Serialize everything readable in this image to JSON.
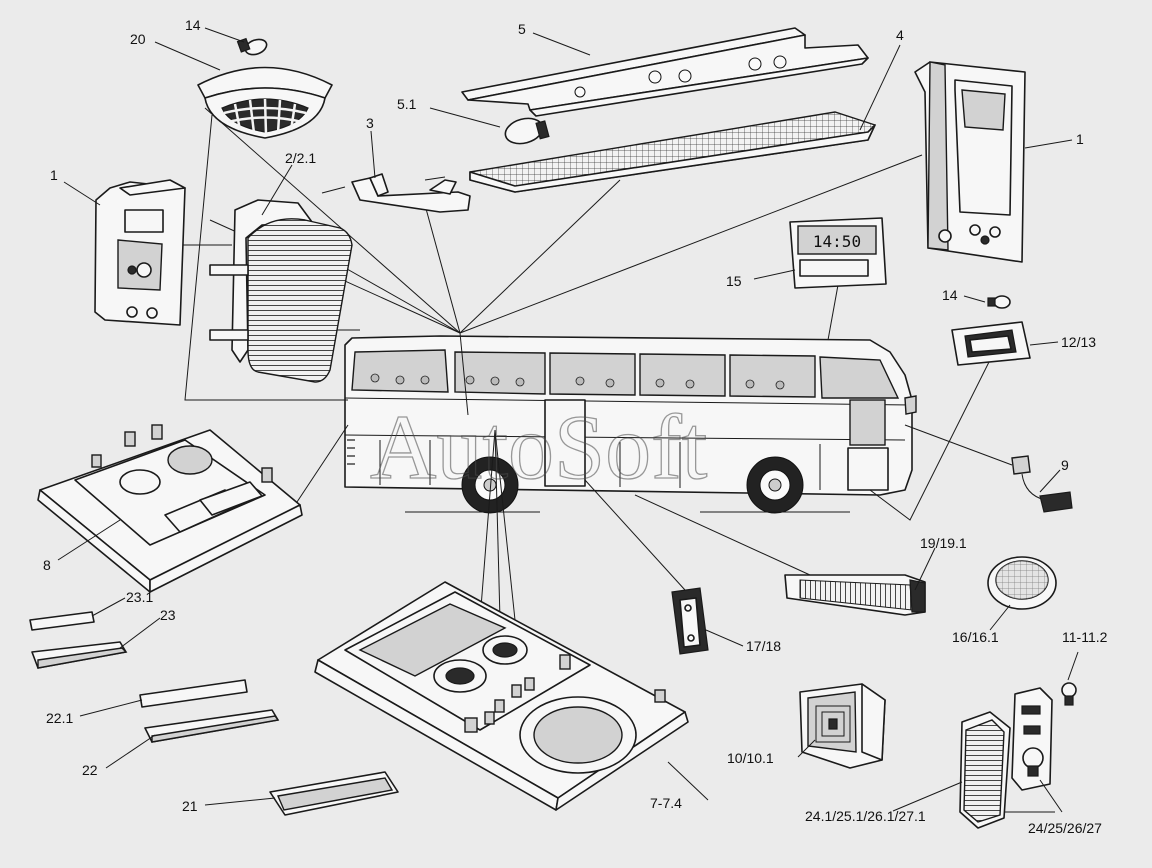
{
  "watermark": "AutoSoft",
  "clock_display": "14:50",
  "labels": [
    {
      "id": "c14a",
      "text": "14"
    },
    {
      "id": "c20",
      "text": "20"
    },
    {
      "id": "c5",
      "text": "5"
    },
    {
      "id": "c4",
      "text": "4"
    },
    {
      "id": "c51",
      "text": "5.1"
    },
    {
      "id": "c3",
      "text": "3"
    },
    {
      "id": "c221",
      "text": "2/2.1"
    },
    {
      "id": "c1a",
      "text": "1"
    },
    {
      "id": "c1b",
      "text": "1"
    },
    {
      "id": "c15",
      "text": "15"
    },
    {
      "id": "c14b",
      "text": "14"
    },
    {
      "id": "c1213",
      "text": "12/13"
    },
    {
      "id": "c9",
      "text": "9"
    },
    {
      "id": "c8",
      "text": "8"
    },
    {
      "id": "c1919",
      "text": "19/19.1"
    },
    {
      "id": "c231",
      "text": "23.1"
    },
    {
      "id": "c23",
      "text": "23"
    },
    {
      "id": "c1718",
      "text": "17/18"
    },
    {
      "id": "c1616",
      "text": "16/16.1"
    },
    {
      "id": "c11",
      "text": "11-11.2"
    },
    {
      "id": "c221b",
      "text": "22.1"
    },
    {
      "id": "c1010",
      "text": "10/10.1"
    },
    {
      "id": "c22",
      "text": "22"
    },
    {
      "id": "c21",
      "text": "21"
    },
    {
      "id": "c774",
      "text": "7-7.4"
    },
    {
      "id": "c2427",
      "text": "24.1/25.1/26.1/27.1"
    },
    {
      "id": "c24b",
      "text": "24/25/26/27"
    }
  ]
}
